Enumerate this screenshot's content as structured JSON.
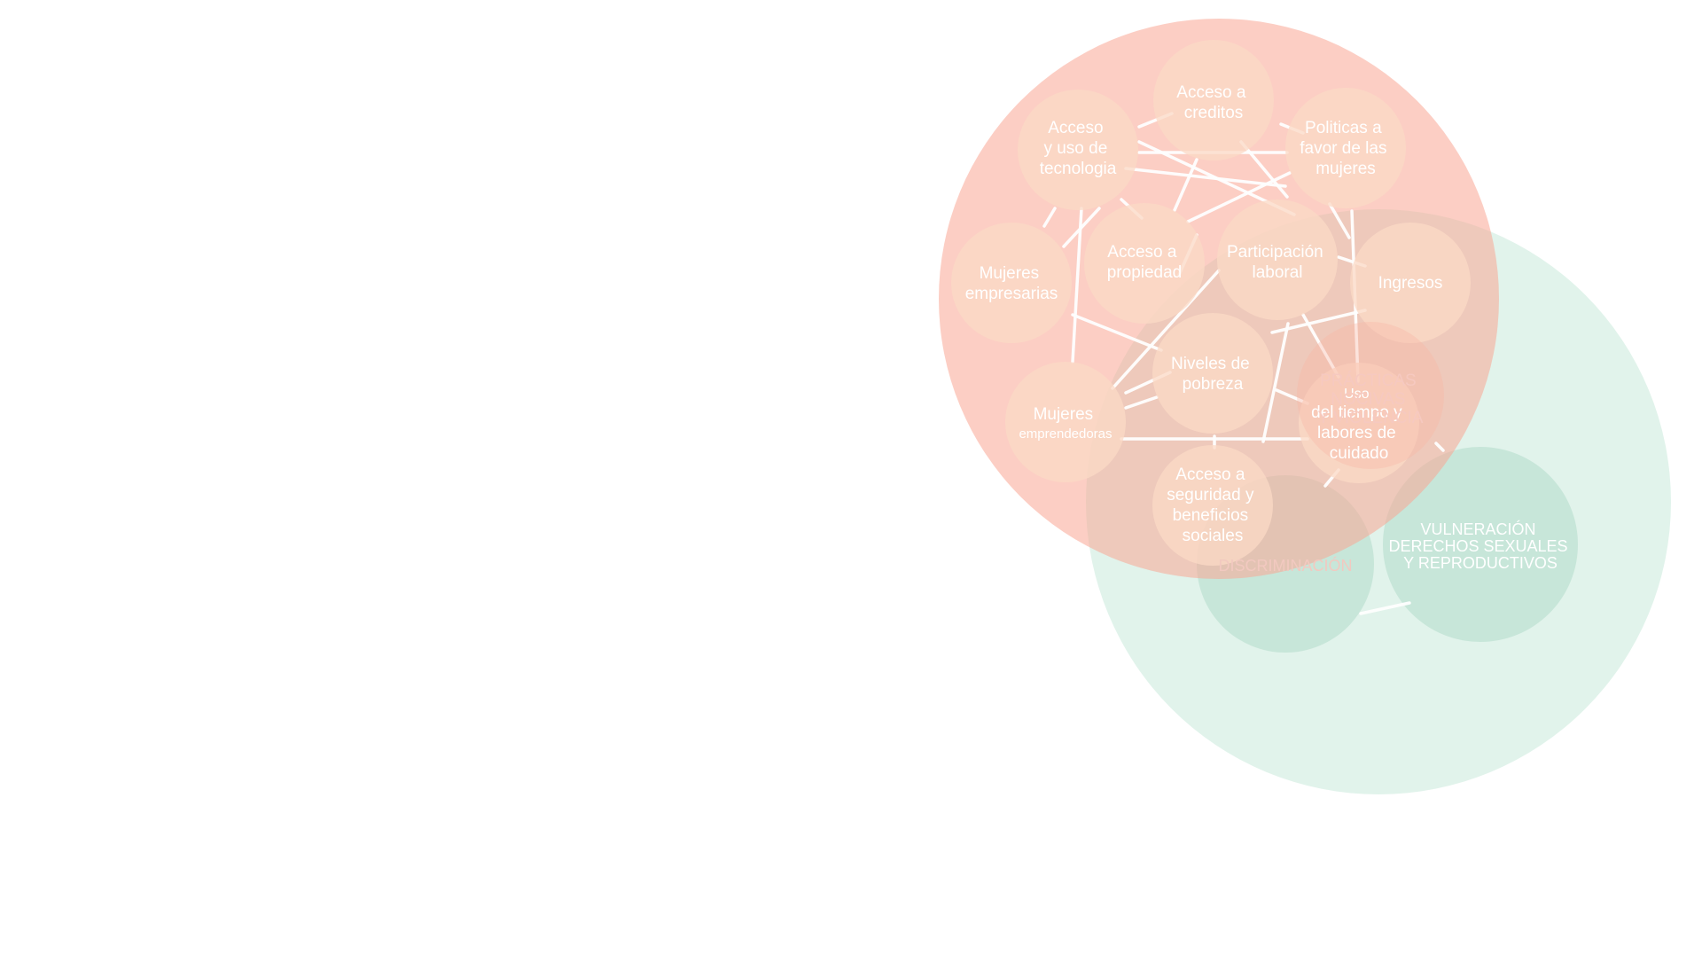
{
  "colors": {
    "background": "#ffffff",
    "pink_group": "#f9a594",
    "green_group": "#bde5d2",
    "pink_node": "#fbd9c6",
    "green_node": "#a9d6c3",
    "edge": "#ffffff"
  },
  "groups": {
    "economic_sphere": {
      "label": ""
    },
    "violence_sphere": {
      "label": ""
    }
  },
  "nodes": {
    "acceso_creditos": {
      "lines": [
        "Acceso a",
        "creditos"
      ]
    },
    "acceso_tecnologia": {
      "lines": [
        "Acceso",
        "y uso de",
        "tecnologia"
      ]
    },
    "politicas_mujeres": {
      "lines": [
        "Politicas a",
        "favor de las",
        "mujeres"
      ]
    },
    "mujeres_empresarias": {
      "lines": [
        "Mujeres",
        "empresarias"
      ]
    },
    "acceso_propiedad": {
      "lines": [
        "Acceso a",
        "propiedad"
      ]
    },
    "participacion_laboral": {
      "lines": [
        "Participación",
        "laboral"
      ]
    },
    "ingresos": {
      "lines": [
        "Ingresos"
      ]
    },
    "niveles_pobreza": {
      "lines": [
        "Niveles de",
        "pobreza"
      ]
    },
    "mujeres_emprendedoras": {
      "lines": [
        "Mujeres",
        "emprendedoras"
      ]
    },
    "uso_tiempo": {
      "lines": [
        "Uso",
        "del tiempo y",
        "labores de",
        "cuidado"
      ]
    },
    "seguridad_social": {
      "lines": [
        "Acceso a",
        "seguridad y",
        "beneficios",
        "sociales"
      ]
    }
  },
  "violence_nodes": {
    "practicas_nocivas": {
      "lines": [
        "PRÁCTICAS",
        "NOCIVAS",
        "Y VIOLENCIA"
      ]
    },
    "discriminacion": {
      "lines": [
        "DISCRIMINACIÓN"
      ]
    },
    "vulneracion": {
      "lines": [
        "VULNERACIÓN",
        "DERECHOS SEXUALES",
        "Y REPRODUCTIVOS"
      ]
    }
  }
}
